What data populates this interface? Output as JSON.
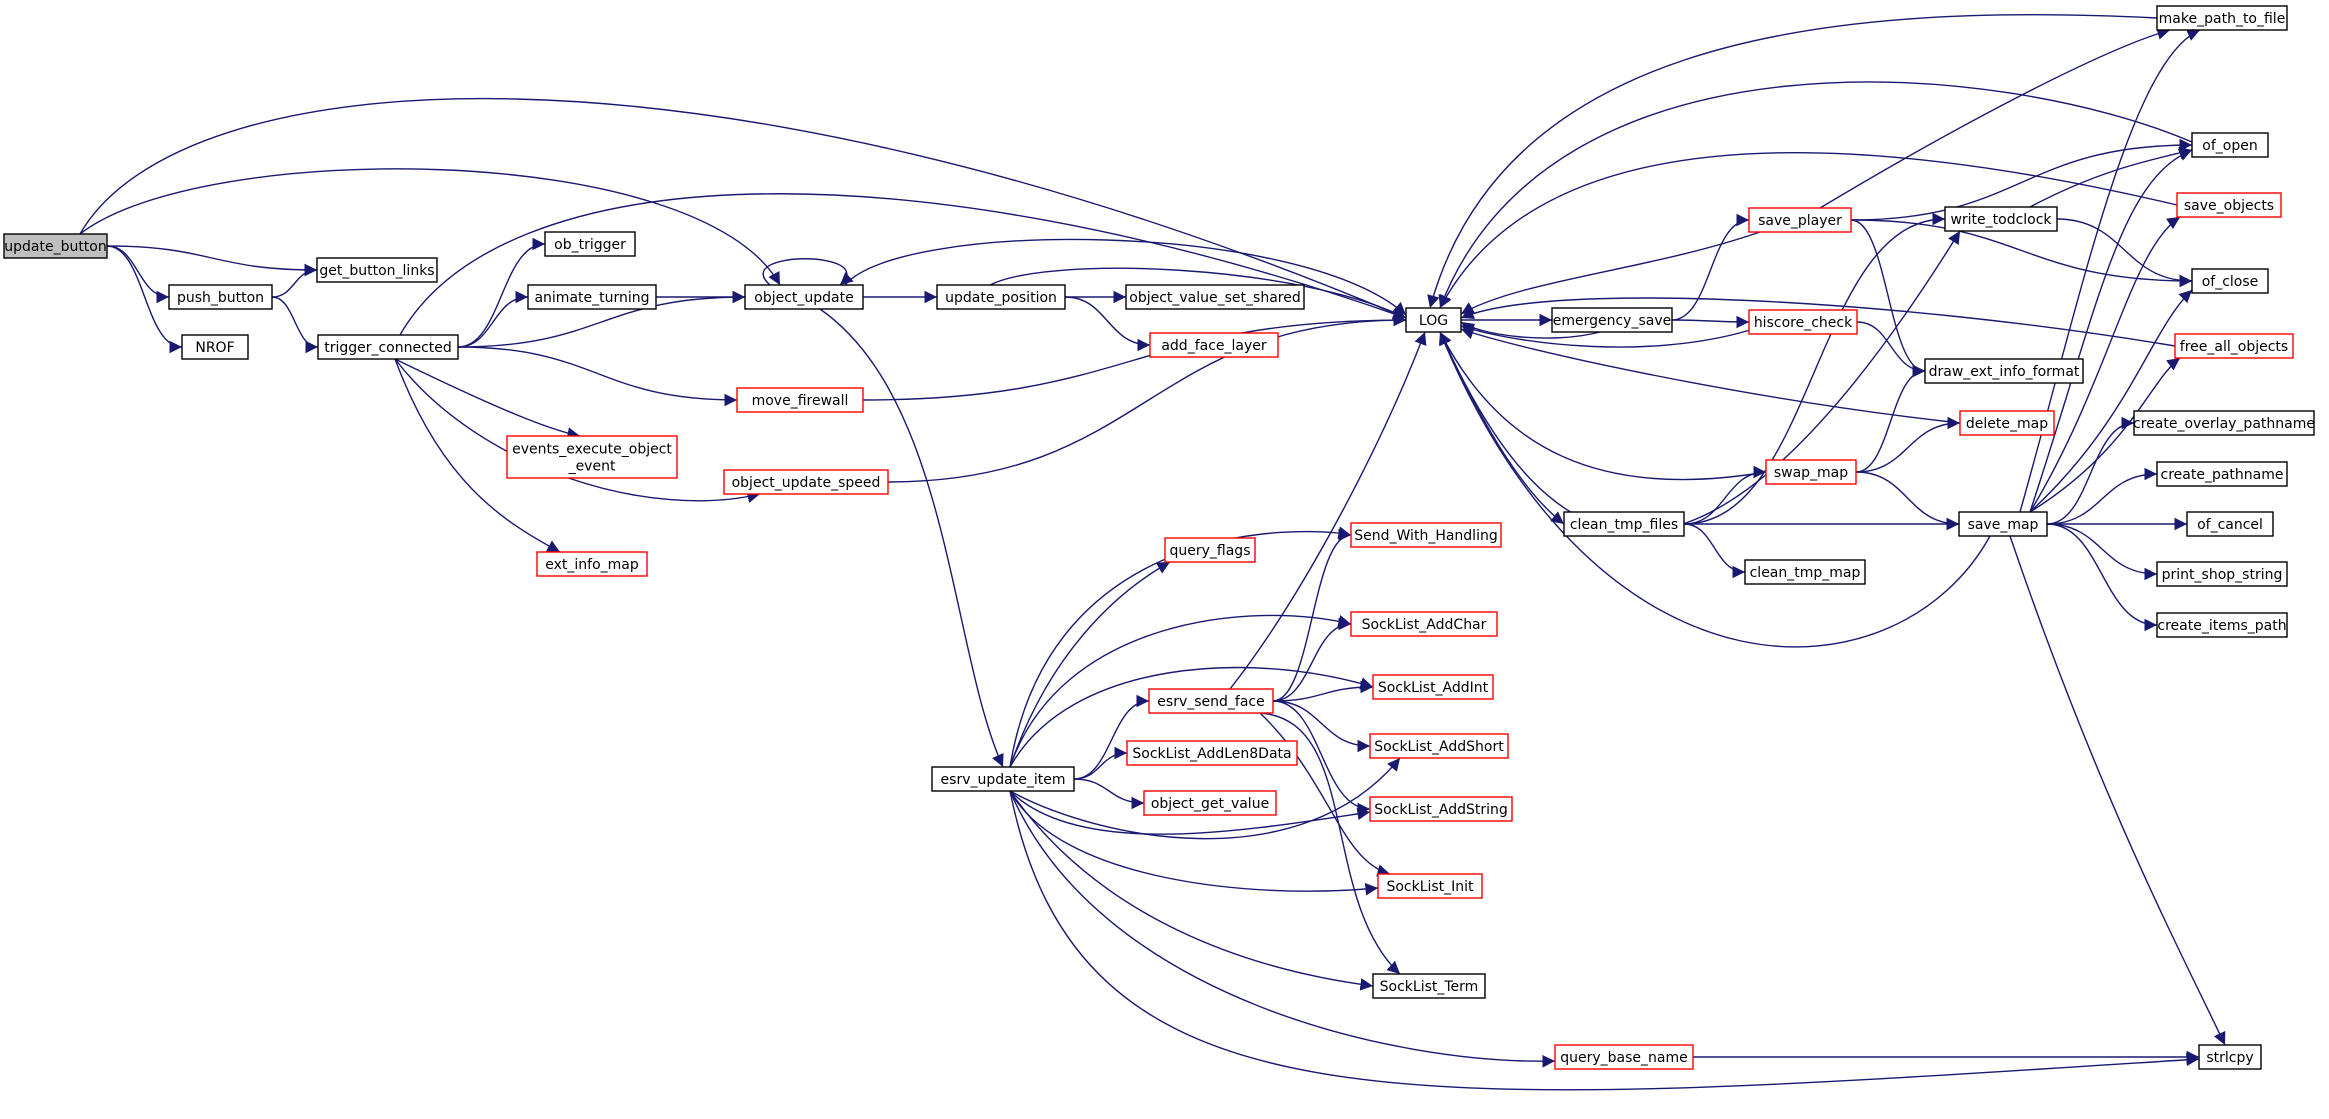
{
  "diagram": {
    "type": "call-graph",
    "colors": {
      "edge": "#191970",
      "node_border_default": "#000000",
      "node_border_undocumented": "#ff0000",
      "root_fill": "#bfbfbf",
      "node_fill": "#ffffff"
    },
    "nodes": [
      {
        "id": "update_button",
        "label": "update_button",
        "root": true
      },
      {
        "id": "get_button_links",
        "label": "get_button_links"
      },
      {
        "id": "push_button",
        "label": "push_button"
      },
      {
        "id": "NROF",
        "label": "NROF"
      },
      {
        "id": "trigger_connected",
        "label": "trigger_connected"
      },
      {
        "id": "ob_trigger",
        "label": "ob_trigger"
      },
      {
        "id": "animate_turning",
        "label": "animate_turning"
      },
      {
        "id": "object_update",
        "label": "object_update"
      },
      {
        "id": "update_position",
        "label": "update_position"
      },
      {
        "id": "object_value_set_shared",
        "label": "object_value_set_shared"
      },
      {
        "id": "add_face_layer",
        "label": "add_face_layer",
        "red": true
      },
      {
        "id": "LOG",
        "label": "LOG"
      },
      {
        "id": "move_firewall",
        "label": "move_firewall",
        "red": true
      },
      {
        "id": "events_execute_object_event",
        "label": "events_execute_object\n_event",
        "red": true
      },
      {
        "id": "object_update_speed",
        "label": "object_update_speed",
        "red": true
      },
      {
        "id": "ext_info_map",
        "label": "ext_info_map",
        "red": true
      },
      {
        "id": "esrv_update_item",
        "label": "esrv_update_item"
      },
      {
        "id": "query_flags",
        "label": "query_flags",
        "red": true
      },
      {
        "id": "Send_With_Handling",
        "label": "Send_With_Handling",
        "red": true
      },
      {
        "id": "SockList_AddChar",
        "label": "SockList_AddChar",
        "red": true
      },
      {
        "id": "esrv_send_face",
        "label": "esrv_send_face",
        "red": true
      },
      {
        "id": "SockList_AddInt",
        "label": "SockList_AddInt",
        "red": true
      },
      {
        "id": "SockList_AddLen8Data",
        "label": "SockList_AddLen8Data",
        "red": true
      },
      {
        "id": "SockList_AddShort",
        "label": "SockList_AddShort",
        "red": true
      },
      {
        "id": "object_get_value",
        "label": "object_get_value",
        "red": true
      },
      {
        "id": "SockList_AddString",
        "label": "SockList_AddString",
        "red": true
      },
      {
        "id": "SockList_Init",
        "label": "SockList_Init",
        "red": true
      },
      {
        "id": "SockList_Term",
        "label": "SockList_Term"
      },
      {
        "id": "query_base_name",
        "label": "query_base_name",
        "red": true
      },
      {
        "id": "emergency_save",
        "label": "emergency_save"
      },
      {
        "id": "save_player",
        "label": "save_player",
        "red": true
      },
      {
        "id": "hiscore_check",
        "label": "hiscore_check",
        "red": true
      },
      {
        "id": "draw_ext_info_format",
        "label": "draw_ext_info_format"
      },
      {
        "id": "delete_map",
        "label": "delete_map",
        "red": true
      },
      {
        "id": "swap_map",
        "label": "swap_map",
        "red": true
      },
      {
        "id": "clean_tmp_files",
        "label": "clean_tmp_files"
      },
      {
        "id": "clean_tmp_map",
        "label": "clean_tmp_map"
      },
      {
        "id": "save_map",
        "label": "save_map"
      },
      {
        "id": "write_todclock",
        "label": "write_todclock"
      },
      {
        "id": "make_path_to_file",
        "label": "make_path_to_file"
      },
      {
        "id": "of_open",
        "label": "of_open"
      },
      {
        "id": "save_objects",
        "label": "save_objects",
        "red": true
      },
      {
        "id": "of_close",
        "label": "of_close"
      },
      {
        "id": "free_all_objects",
        "label": "free_all_objects",
        "red": true
      },
      {
        "id": "create_overlay_pathname",
        "label": "create_overlay_pathname"
      },
      {
        "id": "create_pathname",
        "label": "create_pathname"
      },
      {
        "id": "of_cancel",
        "label": "of_cancel"
      },
      {
        "id": "print_shop_string",
        "label": "print_shop_string"
      },
      {
        "id": "create_items_path",
        "label": "create_items_path"
      },
      {
        "id": "strlcpy",
        "label": "strlcpy"
      }
    ],
    "edges": [
      [
        "update_button",
        "LOG"
      ],
      [
        "update_button",
        "object_update"
      ],
      [
        "update_button",
        "get_button_links"
      ],
      [
        "update_button",
        "push_button"
      ],
      [
        "update_button",
        "NROF"
      ],
      [
        "push_button",
        "get_button_links"
      ],
      [
        "push_button",
        "trigger_connected"
      ],
      [
        "trigger_connected",
        "LOG"
      ],
      [
        "trigger_connected",
        "ob_trigger"
      ],
      [
        "trigger_connected",
        "animate_turning"
      ],
      [
        "trigger_connected",
        "object_update"
      ],
      [
        "trigger_connected",
        "move_firewall"
      ],
      [
        "trigger_connected",
        "events_execute_object_event"
      ],
      [
        "trigger_connected",
        "object_update_speed"
      ],
      [
        "trigger_connected",
        "ext_info_map"
      ],
      [
        "animate_turning",
        "object_update"
      ],
      [
        "object_update",
        "object_update"
      ],
      [
        "object_update",
        "LOG"
      ],
      [
        "object_update",
        "update_position"
      ],
      [
        "object_update",
        "esrv_update_item"
      ],
      [
        "update_position",
        "LOG"
      ],
      [
        "update_position",
        "object_value_set_shared"
      ],
      [
        "update_position",
        "add_face_layer"
      ],
      [
        "move_firewall",
        "LOG"
      ],
      [
        "object_update_speed",
        "LOG"
      ],
      [
        "esrv_update_item",
        "query_flags"
      ],
      [
        "esrv_update_item",
        "Send_With_Handling"
      ],
      [
        "esrv_update_item",
        "SockList_AddChar"
      ],
      [
        "esrv_update_item",
        "SockList_AddInt"
      ],
      [
        "esrv_update_item",
        "esrv_send_face"
      ],
      [
        "esrv_update_item",
        "SockList_AddLen8Data"
      ],
      [
        "esrv_update_item",
        "object_get_value"
      ],
      [
        "esrv_update_item",
        "SockList_AddShort"
      ],
      [
        "esrv_update_item",
        "SockList_AddString"
      ],
      [
        "esrv_update_item",
        "SockList_Init"
      ],
      [
        "esrv_update_item",
        "SockList_Term"
      ],
      [
        "esrv_update_item",
        "query_base_name"
      ],
      [
        "esrv_update_item",
        "strlcpy"
      ],
      [
        "esrv_send_face",
        "LOG"
      ],
      [
        "esrv_send_face",
        "Send_With_Handling"
      ],
      [
        "esrv_send_face",
        "SockList_AddChar"
      ],
      [
        "esrv_send_face",
        "SockList_AddInt"
      ],
      [
        "esrv_send_face",
        "SockList_AddShort"
      ],
      [
        "esrv_send_face",
        "SockList_AddString"
      ],
      [
        "esrv_send_face",
        "SockList_Init"
      ],
      [
        "esrv_send_face",
        "SockList_Term"
      ],
      [
        "query_base_name",
        "strlcpy"
      ],
      [
        "LOG",
        "emergency_save"
      ],
      [
        "LOG",
        "clean_tmp_files"
      ],
      [
        "emergency_save",
        "LOG"
      ],
      [
        "emergency_save",
        "save_player"
      ],
      [
        "emergency_save",
        "hiscore_check"
      ],
      [
        "save_player",
        "LOG"
      ],
      [
        "save_player",
        "make_path_to_file"
      ],
      [
        "save_player",
        "of_open"
      ],
      [
        "save_player",
        "of_close"
      ],
      [
        "save_player",
        "draw_ext_info_format"
      ],
      [
        "hiscore_check",
        "LOG"
      ],
      [
        "hiscore_check",
        "draw_ext_info_format"
      ],
      [
        "delete_map",
        "LOG"
      ],
      [
        "swap_map",
        "LOG"
      ],
      [
        "swap_map",
        "draw_ext_info_format"
      ],
      [
        "swap_map",
        "delete_map"
      ],
      [
        "swap_map",
        "save_map"
      ],
      [
        "clean_tmp_files",
        "write_todclock"
      ],
      [
        "clean_tmp_files",
        "swap_map"
      ],
      [
        "clean_tmp_files",
        "save_map"
      ],
      [
        "clean_tmp_files",
        "clean_tmp_map"
      ],
      [
        "save_map",
        "LOG"
      ],
      [
        "save_map",
        "make_path_to_file"
      ],
      [
        "save_map",
        "of_open"
      ],
      [
        "save_map",
        "save_objects"
      ],
      [
        "save_map",
        "of_close"
      ],
      [
        "save_map",
        "free_all_objects"
      ],
      [
        "save_map",
        "create_overlay_pathname"
      ],
      [
        "save_map",
        "create_pathname"
      ],
      [
        "save_map",
        "of_cancel"
      ],
      [
        "save_map",
        "print_shop_string"
      ],
      [
        "save_map",
        "create_items_path"
      ],
      [
        "save_map",
        "strlcpy"
      ],
      [
        "write_todclock",
        "of_open"
      ],
      [
        "write_todclock",
        "of_close"
      ],
      [
        "free_all_objects",
        "LOG"
      ],
      [
        "of_open",
        "LOG"
      ],
      [
        "save_objects",
        "LOG"
      ],
      [
        "make_path_to_file",
        "LOG"
      ],
      [
        "LOG",
        "write_todclock"
      ]
    ]
  }
}
